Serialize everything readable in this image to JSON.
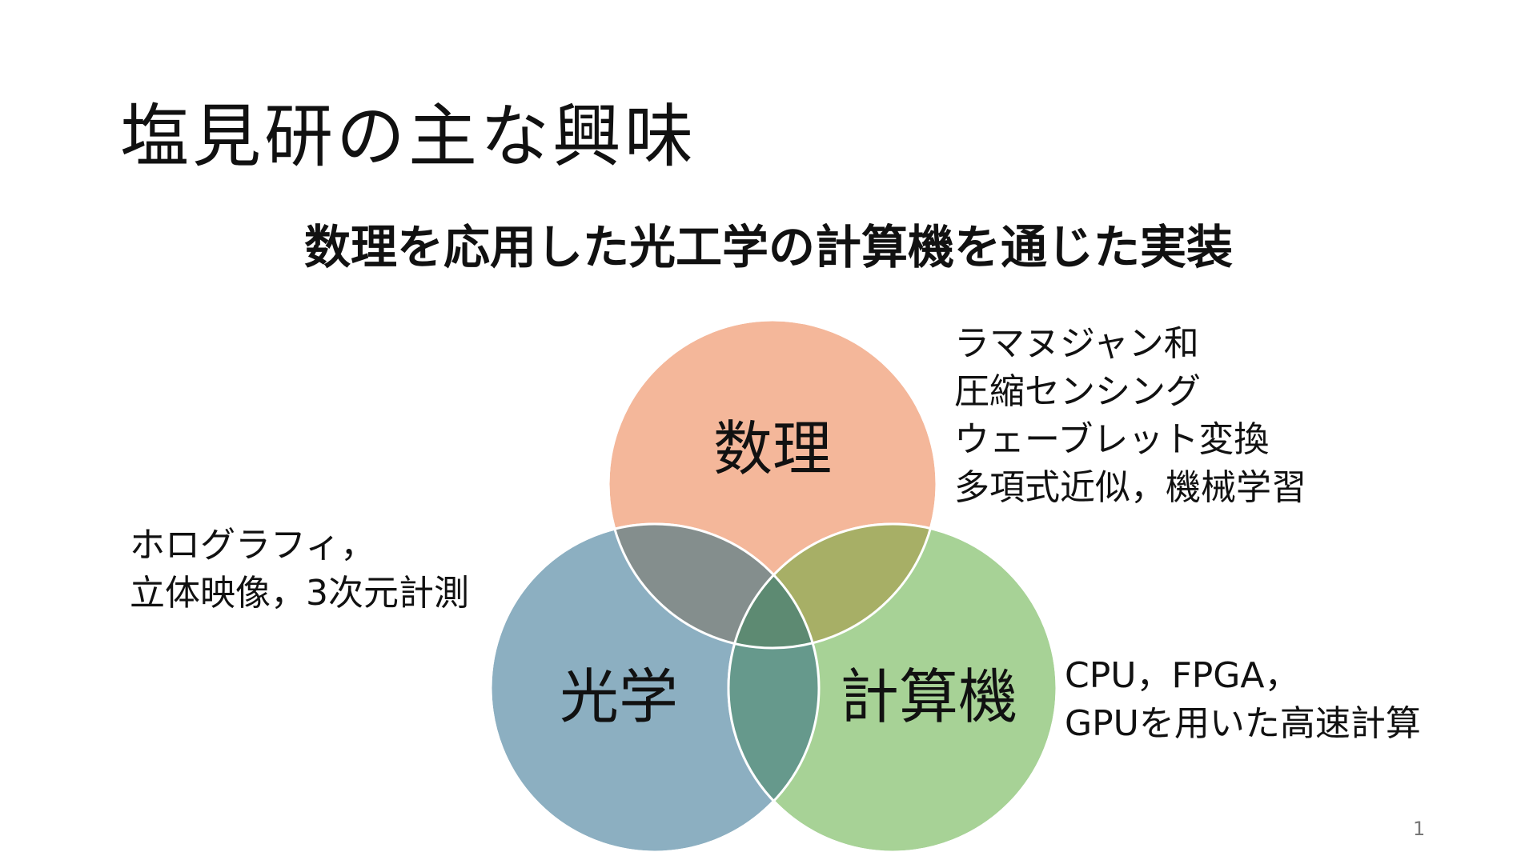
{
  "title": "塩見研の主な興味",
  "subtitle": "数理を応用した光工学の計算機を通じた実装",
  "venn": {
    "top": {
      "label": "数理",
      "color": "#F4B79A"
    },
    "left": {
      "label": "光学",
      "color": "#8CAFC1"
    },
    "right": {
      "label": "計算機",
      "color": "#A7D296"
    },
    "overlap_top_left": "#848E8D",
    "overlap_top_right": "#A7AF66",
    "overlap_left_right": "#66998C",
    "overlap_center": "#5D8A72"
  },
  "notes": {
    "math": [
      "ラマヌジャン和",
      "圧縮センシング",
      "ウェーブレット変換",
      "多項式近似，機械学習"
    ],
    "optics": [
      "ホログラフィ，",
      "立体映像，3次元計測"
    ],
    "computing": [
      "CPU，FPGA，",
      "GPUを用いた高速計算"
    ]
  },
  "page_number": "1"
}
